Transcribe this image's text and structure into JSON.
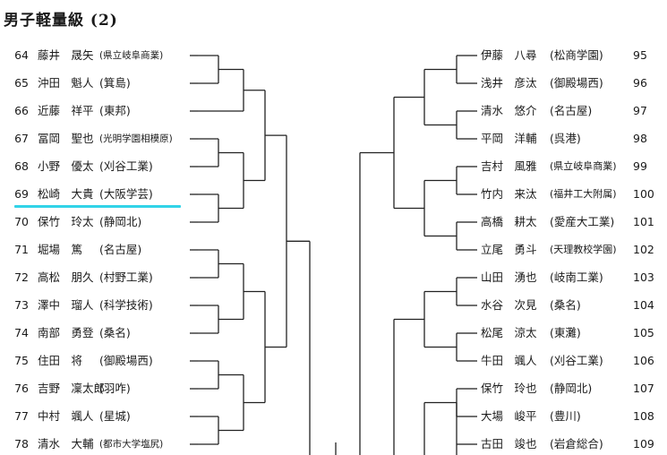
{
  "title": "男子軽量級 (2)",
  "left_entries": [
    {
      "num": "64",
      "name": "藤井　晟矢",
      "school": "(県立岐阜商業)"
    },
    {
      "num": "65",
      "name": "沖田　魁人",
      "school": "(箕島)"
    },
    {
      "num": "66",
      "name": "近藤　祥平",
      "school": "(東邦)"
    },
    {
      "num": "67",
      "name": "冨岡　聖也",
      "school": "(光明学園相模原)"
    },
    {
      "num": "68",
      "name": "小野　優太",
      "school": "(刈谷工業)"
    },
    {
      "num": "69",
      "name": "松崎　大貴",
      "school": "(大阪学芸)"
    },
    {
      "num": "70",
      "name": "保竹　玲太",
      "school": "(静岡北)"
    },
    {
      "num": "71",
      "name": "堀場　篤",
      "school": "(名古屋)"
    },
    {
      "num": "72",
      "name": "高松　朋久",
      "school": "(村野工業)"
    },
    {
      "num": "73",
      "name": "澤中　瑠人",
      "school": "(科学技術)"
    },
    {
      "num": "74",
      "name": "南部　勇登",
      "school": "(桑名)"
    },
    {
      "num": "75",
      "name": "住田　将",
      "school": "(御殿場西)"
    },
    {
      "num": "76",
      "name": "吉野　凜太郎",
      "school": "(羽咋)"
    },
    {
      "num": "77",
      "name": "中村　颯人",
      "school": "(星城)"
    },
    {
      "num": "78",
      "name": "清水　大輔",
      "school": "(都市大学塩尻)"
    }
  ],
  "right_entries": [
    {
      "num": "95",
      "name": "伊藤　八尋",
      "school": "(松商学園)"
    },
    {
      "num": "96",
      "name": "浅井　彦汰",
      "school": "(御殿場西)"
    },
    {
      "num": "97",
      "name": "清水　悠介",
      "school": "(名古屋)"
    },
    {
      "num": "98",
      "name": "平岡　洋輔",
      "school": "(呉港)"
    },
    {
      "num": "99",
      "name": "吉村　風雅",
      "school": "(県立岐阜商業)"
    },
    {
      "num": "100",
      "name": "竹内　来汰",
      "school": "(福井工大附属)"
    },
    {
      "num": "101",
      "name": "高橋　耕太",
      "school": "(愛産大工業)"
    },
    {
      "num": "102",
      "name": "立尾　勇斗",
      "school": "(天理教校学園)"
    },
    {
      "num": "103",
      "name": "山田　湧也",
      "school": "(岐南工業)"
    },
    {
      "num": "104",
      "name": "水谷　次見",
      "school": "(桑名)"
    },
    {
      "num": "105",
      "name": "松尾　涼太",
      "school": "(東灘)"
    },
    {
      "num": "106",
      "name": "牛田　颯人",
      "school": "(刈谷工業)"
    },
    {
      "num": "107",
      "name": "保竹　玲也",
      "school": "(静岡北)"
    },
    {
      "num": "108",
      "name": "大場　峻平",
      "school": "(豊川)"
    },
    {
      "num": "109",
      "name": "古田　竣也",
      "school": "(岩倉総合)"
    }
  ],
  "highlight_color": "#31d3e8"
}
